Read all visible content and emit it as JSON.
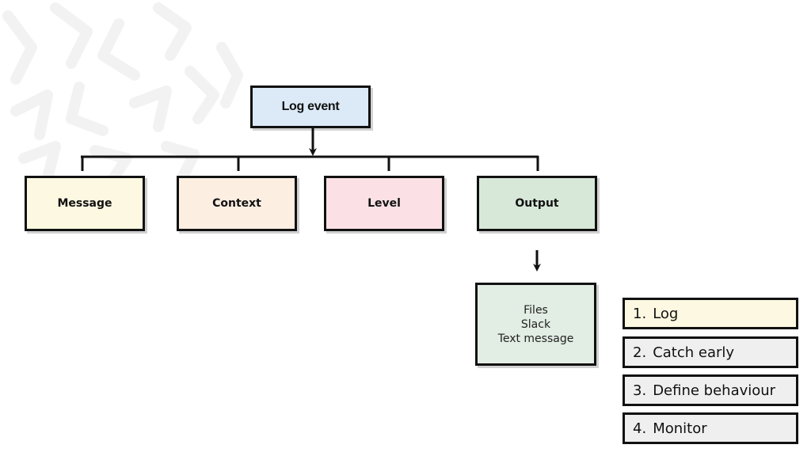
{
  "colors": {
    "root": "#dce9f7",
    "message": "#fdf8e1",
    "context": "#fdeee2",
    "level": "#fbe1e5",
    "output": "#d7e8d8",
    "detail": "#e2ede3",
    "step_active": "#fdf8e1",
    "step_inactive": "#efefef",
    "line": "#111111"
  },
  "diagram": {
    "root": {
      "label": "Log event"
    },
    "children": [
      {
        "label": "Message"
      },
      {
        "label": "Context"
      },
      {
        "label": "Level"
      },
      {
        "label": "Output"
      }
    ],
    "output_detail": {
      "lines": [
        "Files",
        "Slack",
        "Text message"
      ]
    }
  },
  "steps": [
    {
      "num": "1.",
      "label": "Log",
      "active": true
    },
    {
      "num": "2.",
      "label": "Catch early",
      "active": false
    },
    {
      "num": "3.",
      "label": "Define behaviour",
      "active": false
    },
    {
      "num": "4.",
      "label": "Monitor",
      "active": false
    }
  ]
}
